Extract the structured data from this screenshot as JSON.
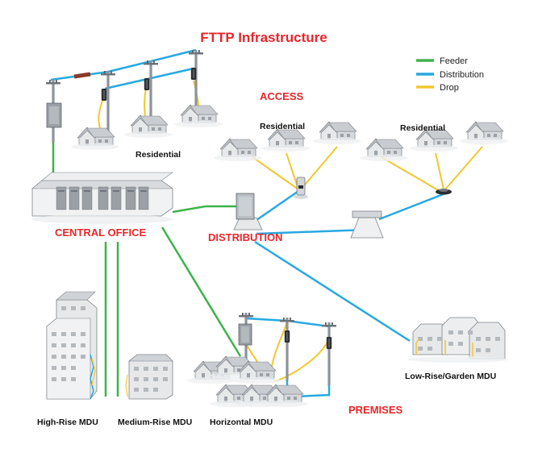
{
  "title": "FTTP Infrastructure",
  "legend": [
    {
      "label": "Feeder",
      "color": "#3db34a"
    },
    {
      "label": "Distribution",
      "color": "#27a9e1"
    },
    {
      "label": "Drop",
      "color": "#f2c72e"
    }
  ],
  "labels": {
    "access": "ACCESS",
    "central_office": "CENTRAL OFFICE",
    "distribution": "DISTRIBUTION",
    "premises": "PREMISES",
    "residential_top": "Residential",
    "residential_access_left": "Residential",
    "residential_access_right": "Residential",
    "high_rise": "High-Rise MDU",
    "medium_rise": "Medium-Rise MDU",
    "horizontal": "Horizontal MDU",
    "low_rise": "Low-Rise/Garden MDU"
  },
  "colors": {
    "feeder": "#3db34a",
    "distribution": "#27a9e1",
    "drop": "#f2c72e",
    "heading_red": "#e8262a"
  }
}
